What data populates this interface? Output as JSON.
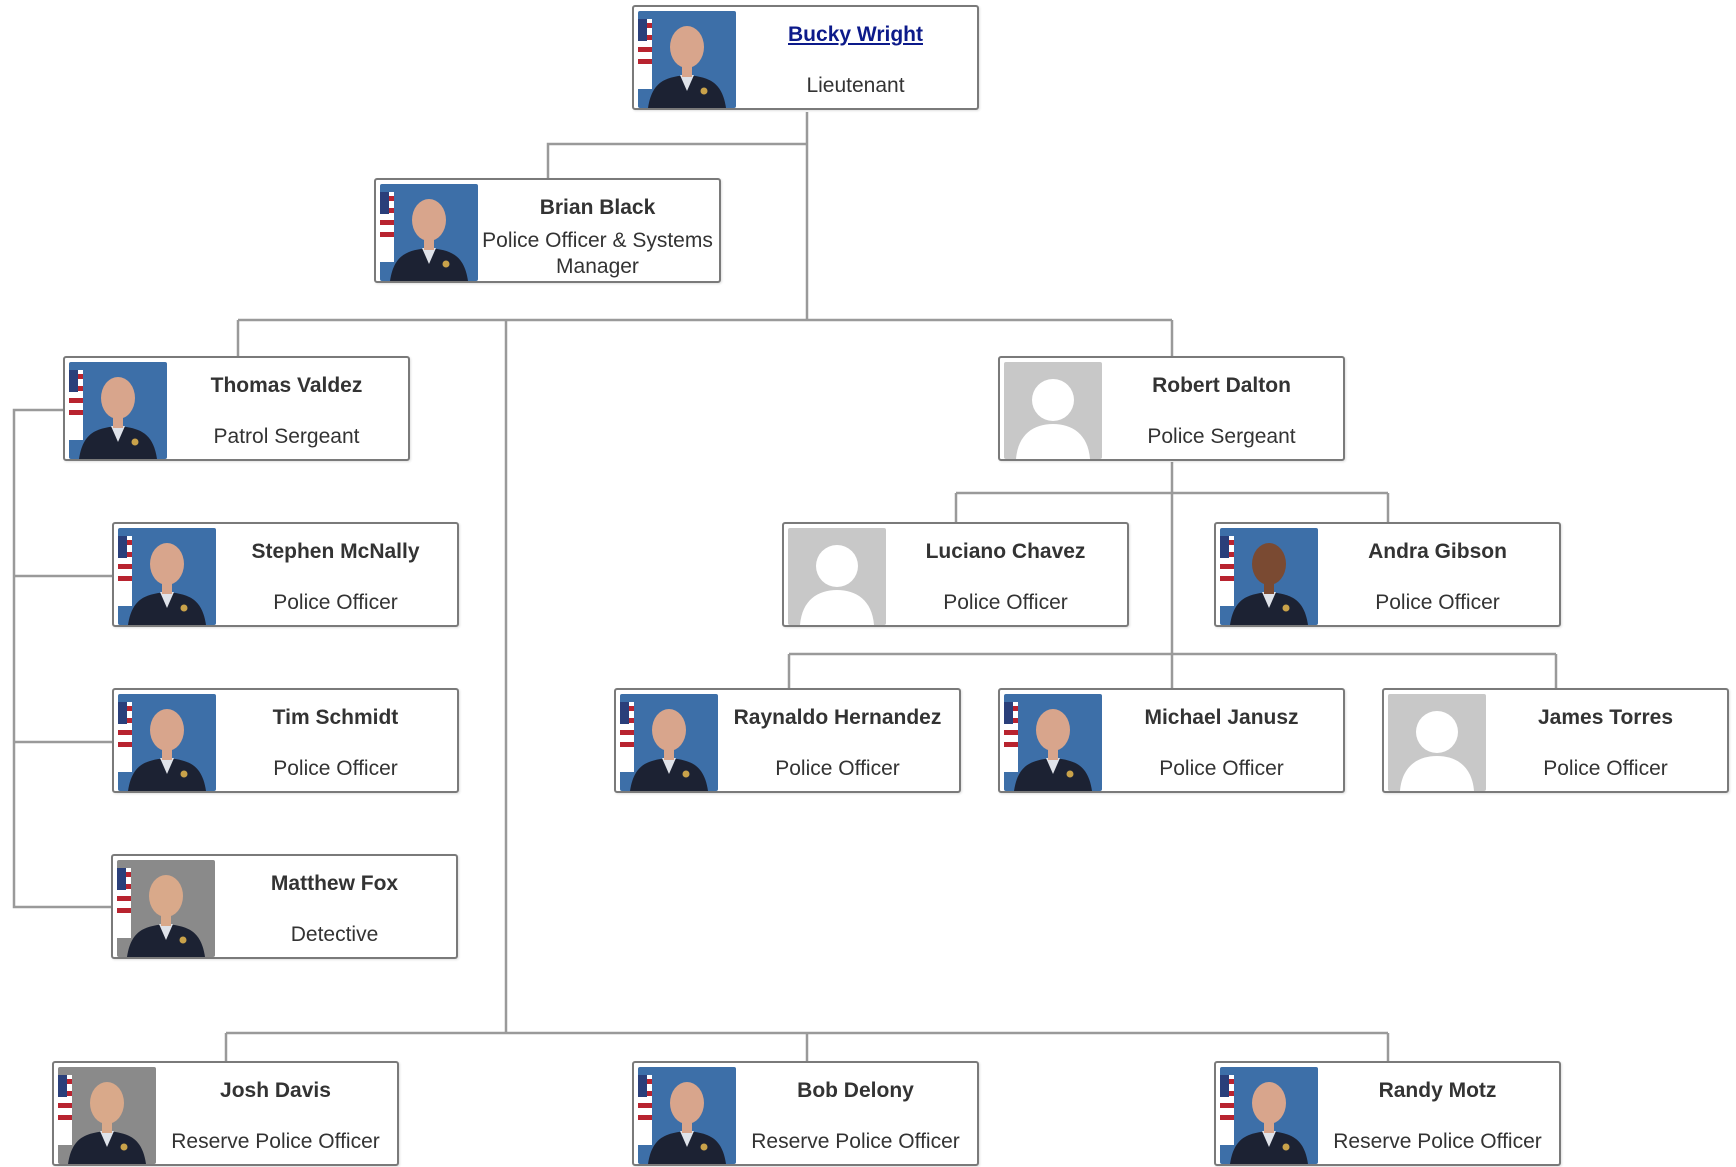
{
  "org_chart": {
    "people": [
      {
        "id": "wright",
        "name": "Bucky Wright",
        "title": "Lieutenant",
        "photo": "officer-photo",
        "link": true
      },
      {
        "id": "black",
        "name": "Brian Black",
        "title": "Police Officer & Systems Manager",
        "photo": "officer-photo"
      },
      {
        "id": "valdez",
        "name": "Thomas Valdez",
        "title": "Patrol Sergeant",
        "photo": "officer-photo"
      },
      {
        "id": "dalton",
        "name": "Robert Dalton",
        "title": "Police Sergeant",
        "photo": "placeholder-avatar"
      },
      {
        "id": "mcnally",
        "name": "Stephen McNally",
        "title": "Police Officer",
        "photo": "officer-photo"
      },
      {
        "id": "schmidt",
        "name": "Tim Schmidt",
        "title": "Police Officer",
        "photo": "officer-photo"
      },
      {
        "id": "fox",
        "name": "Matthew Fox",
        "title": "Detective",
        "photo": "officer-photo"
      },
      {
        "id": "chavez",
        "name": "Luciano Chavez",
        "title": "Police Officer",
        "photo": "placeholder-avatar"
      },
      {
        "id": "gibson",
        "name": "Andra Gibson",
        "title": "Police Officer",
        "photo": "officer-photo"
      },
      {
        "id": "hernandez",
        "name": "Raynaldo Hernandez",
        "title": "Police Officer",
        "photo": "officer-photo"
      },
      {
        "id": "janusz",
        "name": "Michael Janusz",
        "title": "Police Officer",
        "photo": "officer-photo"
      },
      {
        "id": "torres",
        "name": "James Torres",
        "title": "Police Officer",
        "photo": "placeholder-avatar"
      },
      {
        "id": "davis",
        "name": "Josh Davis",
        "title": "Reserve Police Officer",
        "photo": "officer-photo"
      },
      {
        "id": "delony",
        "name": "Bob Delony",
        "title": "Reserve Police Officer",
        "photo": "officer-photo"
      },
      {
        "id": "motz",
        "name": "Randy Motz",
        "title": "Reserve Police Officer",
        "photo": "officer-photo"
      }
    ],
    "reports_to": {
      "black": "wright",
      "valdez": "wright",
      "dalton": "wright",
      "davis": "wright",
      "delony": "wright",
      "motz": "wright",
      "mcnally": "valdez",
      "schmidt": "valdez",
      "fox": "valdez",
      "chavez": "dalton",
      "gibson": "dalton",
      "hernandez": "dalton",
      "janusz": "dalton",
      "torres": "dalton"
    },
    "colors": {
      "border": "#7a7a7a",
      "connector": "#9a9a9a",
      "text": "#333333",
      "link": "#0c1a8a",
      "avatar_bg": "#c8c8c8",
      "photo_bg": "#3d6fa8",
      "flag_red": "#b8232f"
    }
  }
}
